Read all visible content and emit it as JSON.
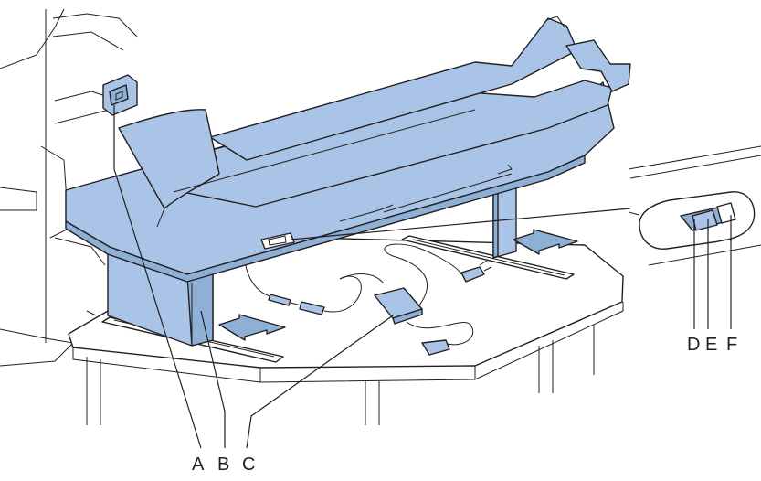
{
  "figure": {
    "callouts": {
      "A": "A",
      "B": "B",
      "C": "C",
      "D": "D",
      "E": "E",
      "F": "F"
    },
    "colors": {
      "unit_fill": "#a9c4e6",
      "unit_fill_dark": "#8eafd6",
      "line": "#231f20",
      "background": "#ffffff"
    },
    "icons": [
      "arrow-left-right-icon",
      "arrow-left-right-icon"
    ]
  }
}
